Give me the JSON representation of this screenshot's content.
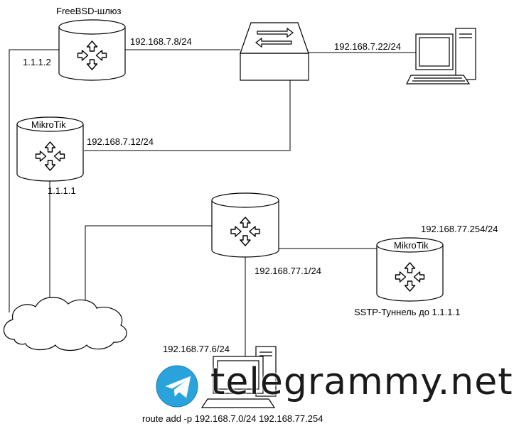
{
  "labels": {
    "freebsd_title": "FreeBSD-шлюз",
    "freebsd_ip": "192.168.7.8/24",
    "freebsd_ext": "1.1.1.2",
    "pc1_ip": "192.168.7.22/24",
    "mikrotik1_title": "MikroTik",
    "mikrotik1_ip": "192.168.7.12/24",
    "mikrotik1_ext": "1.1.1.1",
    "router_ip": "192.168.77.1/24",
    "mikrotik2_title": "MikroTik",
    "mikrotik2_ip": "192.168.77.254/24",
    "mikrotik2_caption": "SSTP-Туннель до 1.1.1.1",
    "pc2_ip": "192.168.77.6/24",
    "route_cmd": "route add -p 192.168.7.0/24 192.168.77.254"
  },
  "watermark": {
    "text": "telegrammy.net",
    "icon": "telegram-logo-icon",
    "accent": "#2aa3dd"
  }
}
